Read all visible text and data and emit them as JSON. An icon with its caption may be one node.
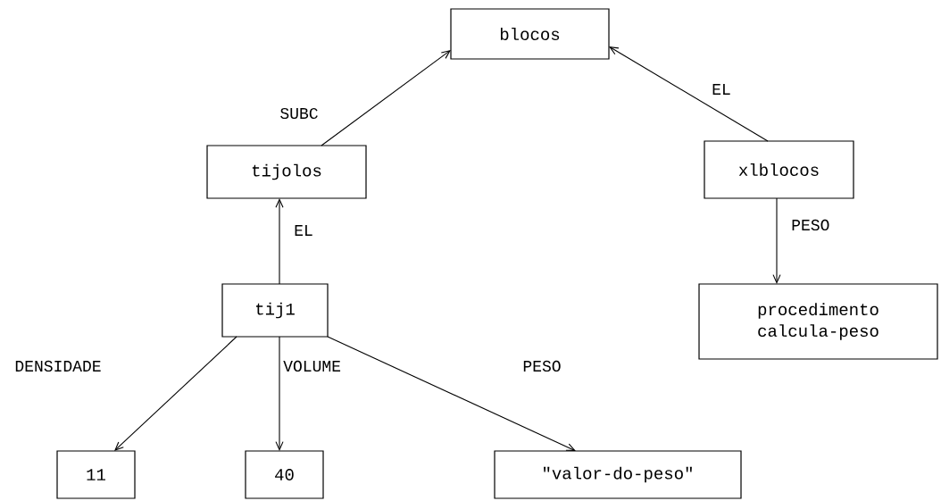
{
  "diagram": {
    "nodes": [
      {
        "text": [
          "blocos"
        ]
      },
      {
        "text": [
          "tijolos"
        ]
      },
      {
        "text": [
          "xlblocos"
        ]
      },
      {
        "text": [
          "tij1"
        ]
      },
      {
        "text": [
          "procedimento calcula-peso"
        ]
      },
      {
        "text": [
          "11"
        ]
      },
      {
        "text": [
          "40"
        ]
      },
      {
        "text": [
          "\"valor-do-peso\""
        ]
      }
    ],
    "edges": [
      {
        "from": 1,
        "to": 0,
        "arrow": "to",
        "label": "SUBC"
      },
      {
        "from": 2,
        "to": 0,
        "arrow": "to",
        "label": "EL"
      },
      {
        "from": 3,
        "to": 1,
        "arrow": "to",
        "label": "EL"
      },
      {
        "from": 2,
        "to": 4,
        "arrow": "to",
        "label": "PESO"
      },
      {
        "from": 3,
        "to": 5,
        "arrow": "to",
        "label": "DENSIDADE"
      },
      {
        "from": 3,
        "to": 6,
        "arrow": "to",
        "label": "VOLUME"
      },
      {
        "from": 3,
        "to": 7,
        "arrow": "to",
        "label": "PESO"
      }
    ]
  }
}
